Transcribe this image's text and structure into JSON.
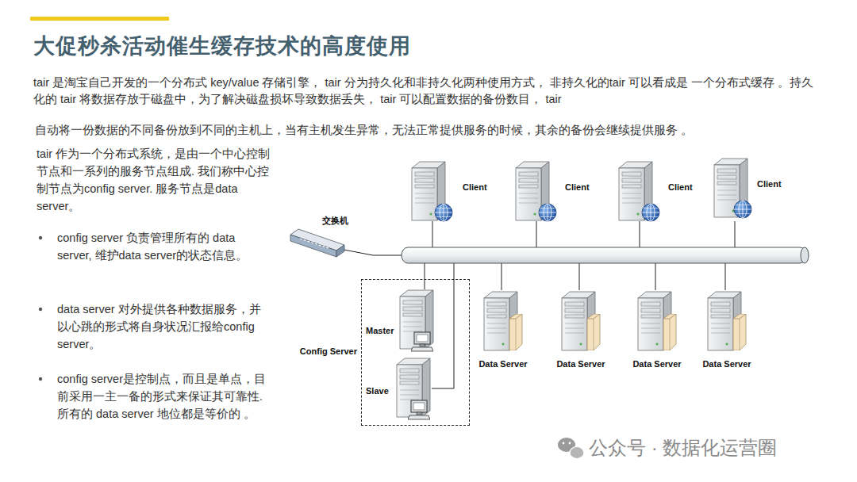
{
  "diagram": {
    "title": "大促秒杀活动催生缓存技术的高度使用",
    "nodes": [
      {
        "text": [
          "Client"
        ]
      },
      {
        "text": [
          "Client"
        ]
      },
      {
        "text": [
          "Client"
        ]
      },
      {
        "text": [
          "Client"
        ]
      },
      {
        "text": [
          "交换机"
        ]
      },
      {
        "text": [
          "Config Server"
        ]
      },
      {
        "text": [
          "Master"
        ],
        "in": 5
      },
      {
        "text": [
          "Slave"
        ],
        "in": 5
      },
      {
        "text": [
          "Data Server"
        ]
      },
      {
        "text": [
          "Data Server"
        ]
      },
      {
        "text": [
          "Data Server"
        ]
      },
      {
        "text": [
          "Data Server"
        ]
      }
    ],
    "labels": [
      "tair 是淘宝自己开发的一个分布式 key/value 存储引擎， tair 分为持久化和非持久化两种使用方式， 非持久化的tair 可以看成是 一个分布式缓存 。持久化的 tair 将数据存放于磁盘中，为了解决磁盘损坏导致数据丢失， tair 可以配置数据的备份数目， tair",
      "自动将一份数据的不同备份放到不同的主机上，当有主机发生异常，无法正常提供服务的时候，其余的备份会继续提供服务 。",
      "tair 作为一个分布式系统，是由一个中心控制节点和一系列的服务节点组成. 我们称中心控制节点为config server. 服务节点是data server。",
      "config server 负责管理所有的 data server, 维护data server的状态信息。",
      "data server 对外提供各种数据服务，并以心跳的形式将自身状况汇报给config server。",
      "config server是控制点，而且是单点，目前采用一主一备的形式来保证其可靠性. 所有的 data server 地位都是等价的 。",
      "公众号 · 数据化运营圈"
    ]
  }
}
